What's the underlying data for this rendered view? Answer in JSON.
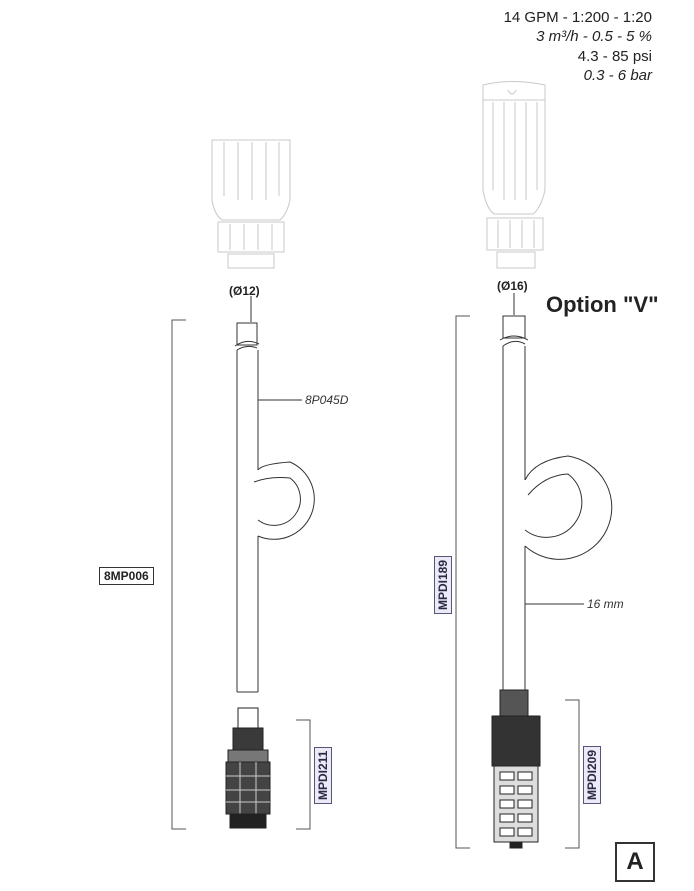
{
  "specs": {
    "line1": "14 GPM - 1:200 - 1:20",
    "line2": "3 m³/h -   0.5  -  5 %",
    "line3": "4.3  - 85 psi",
    "line4": "0.3  -   6 bar"
  },
  "left": {
    "diameter": "(Ø12)",
    "tube_part": "8P045D",
    "kit_part": "8MP006",
    "filter_part": "MPDI211"
  },
  "right": {
    "diameter": "(Ø16)",
    "option_label": "Option \"V\"",
    "kit_part": "MPDI189",
    "tube_size": "16 mm",
    "filter_part": "MPDI209"
  },
  "corner_label": "A"
}
